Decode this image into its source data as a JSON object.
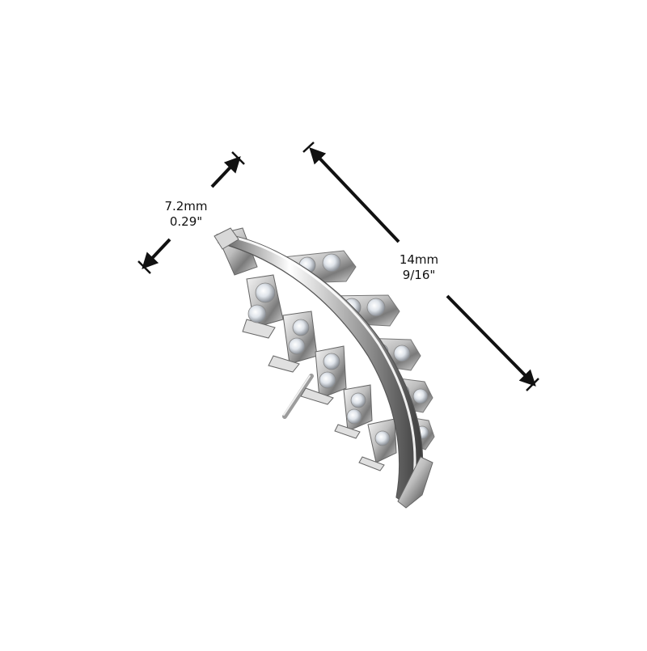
{
  "product": {
    "description": "Silver leaf / feather shaped piercing top with clear gemstone paved branches and a straight post",
    "metal_color": "#c8c8c8",
    "highlight_color": "#f4f4f4",
    "shadow_color": "#6a6a6a",
    "gem_color": "#e8ecf2"
  },
  "dimensions": {
    "width": {
      "metric": "7.2mm",
      "imperial": "0.29\""
    },
    "length": {
      "metric": "14mm",
      "imperial": "9/16\""
    }
  },
  "colors": {
    "background": "#ffffff",
    "annotation": "#111111"
  }
}
